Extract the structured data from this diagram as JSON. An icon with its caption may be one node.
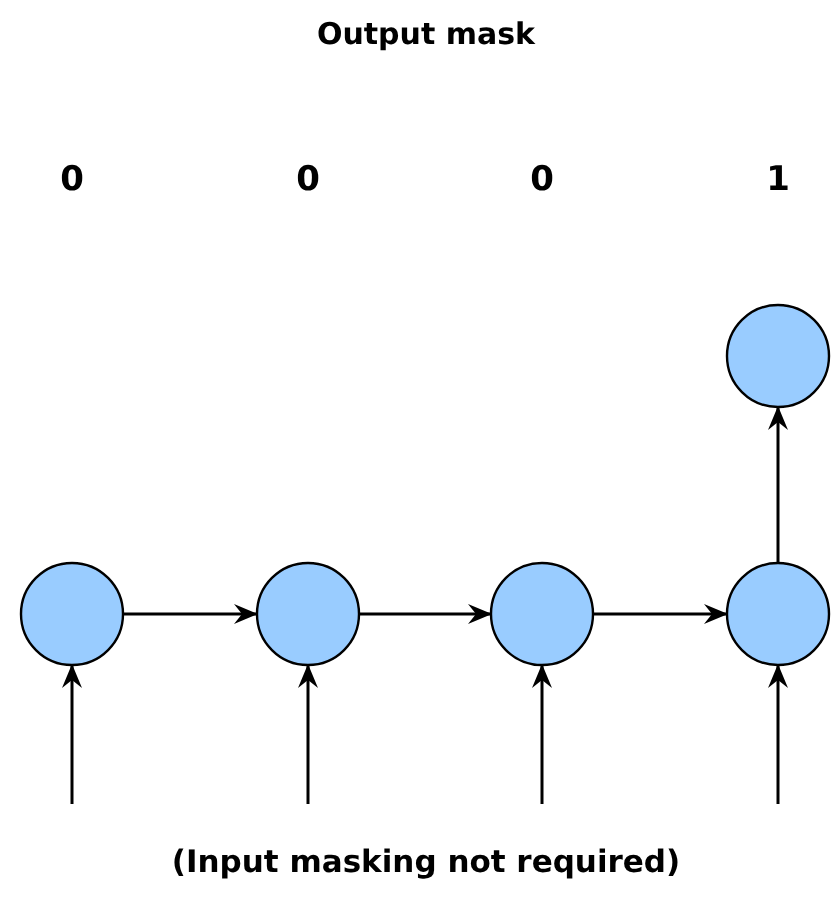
{
  "diagram": {
    "title": "Output mask",
    "nodes": [
      {
        "text": [],
        "shape": "circle"
      },
      {
        "text": [],
        "shape": "circle"
      },
      {
        "text": [],
        "shape": "circle"
      },
      {
        "text": [],
        "shape": "circle"
      },
      {
        "text": [],
        "shape": "circle"
      }
    ],
    "edges": [
      {
        "from": 0,
        "to": 1,
        "arrow": "to"
      },
      {
        "from": 1,
        "to": 2,
        "arrow": "to"
      },
      {
        "from": 2,
        "to": 3,
        "arrow": "to"
      },
      {
        "from": 3,
        "to": 4,
        "arrow": "to"
      },
      {
        "from": null,
        "to": 0,
        "arrow": "to"
      },
      {
        "from": null,
        "to": 1,
        "arrow": "to"
      },
      {
        "from": null,
        "to": 2,
        "arrow": "to"
      },
      {
        "from": null,
        "to": 3,
        "arrow": "to"
      }
    ],
    "labels": [
      "0",
      "0",
      "0",
      "1"
    ],
    "caption": "(Input masking not required)"
  }
}
